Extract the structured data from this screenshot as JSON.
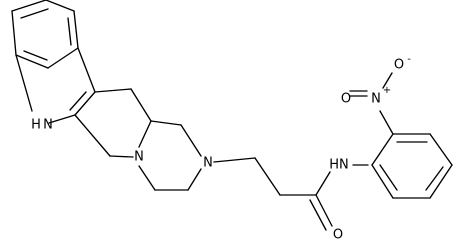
{
  "structure": {
    "atom_labels": {
      "indole_nh": "H",
      "indole_n": "N",
      "ring_n1": "N",
      "ring_n2": "N",
      "amide_hn": "HN",
      "carbonyl_o": "O",
      "nitro_n": "N",
      "nitro_plus": "+",
      "nitro_o": "O",
      "nitro_minus": "-"
    },
    "colors": {
      "ink": "#000000",
      "background": "#ffffff"
    }
  }
}
